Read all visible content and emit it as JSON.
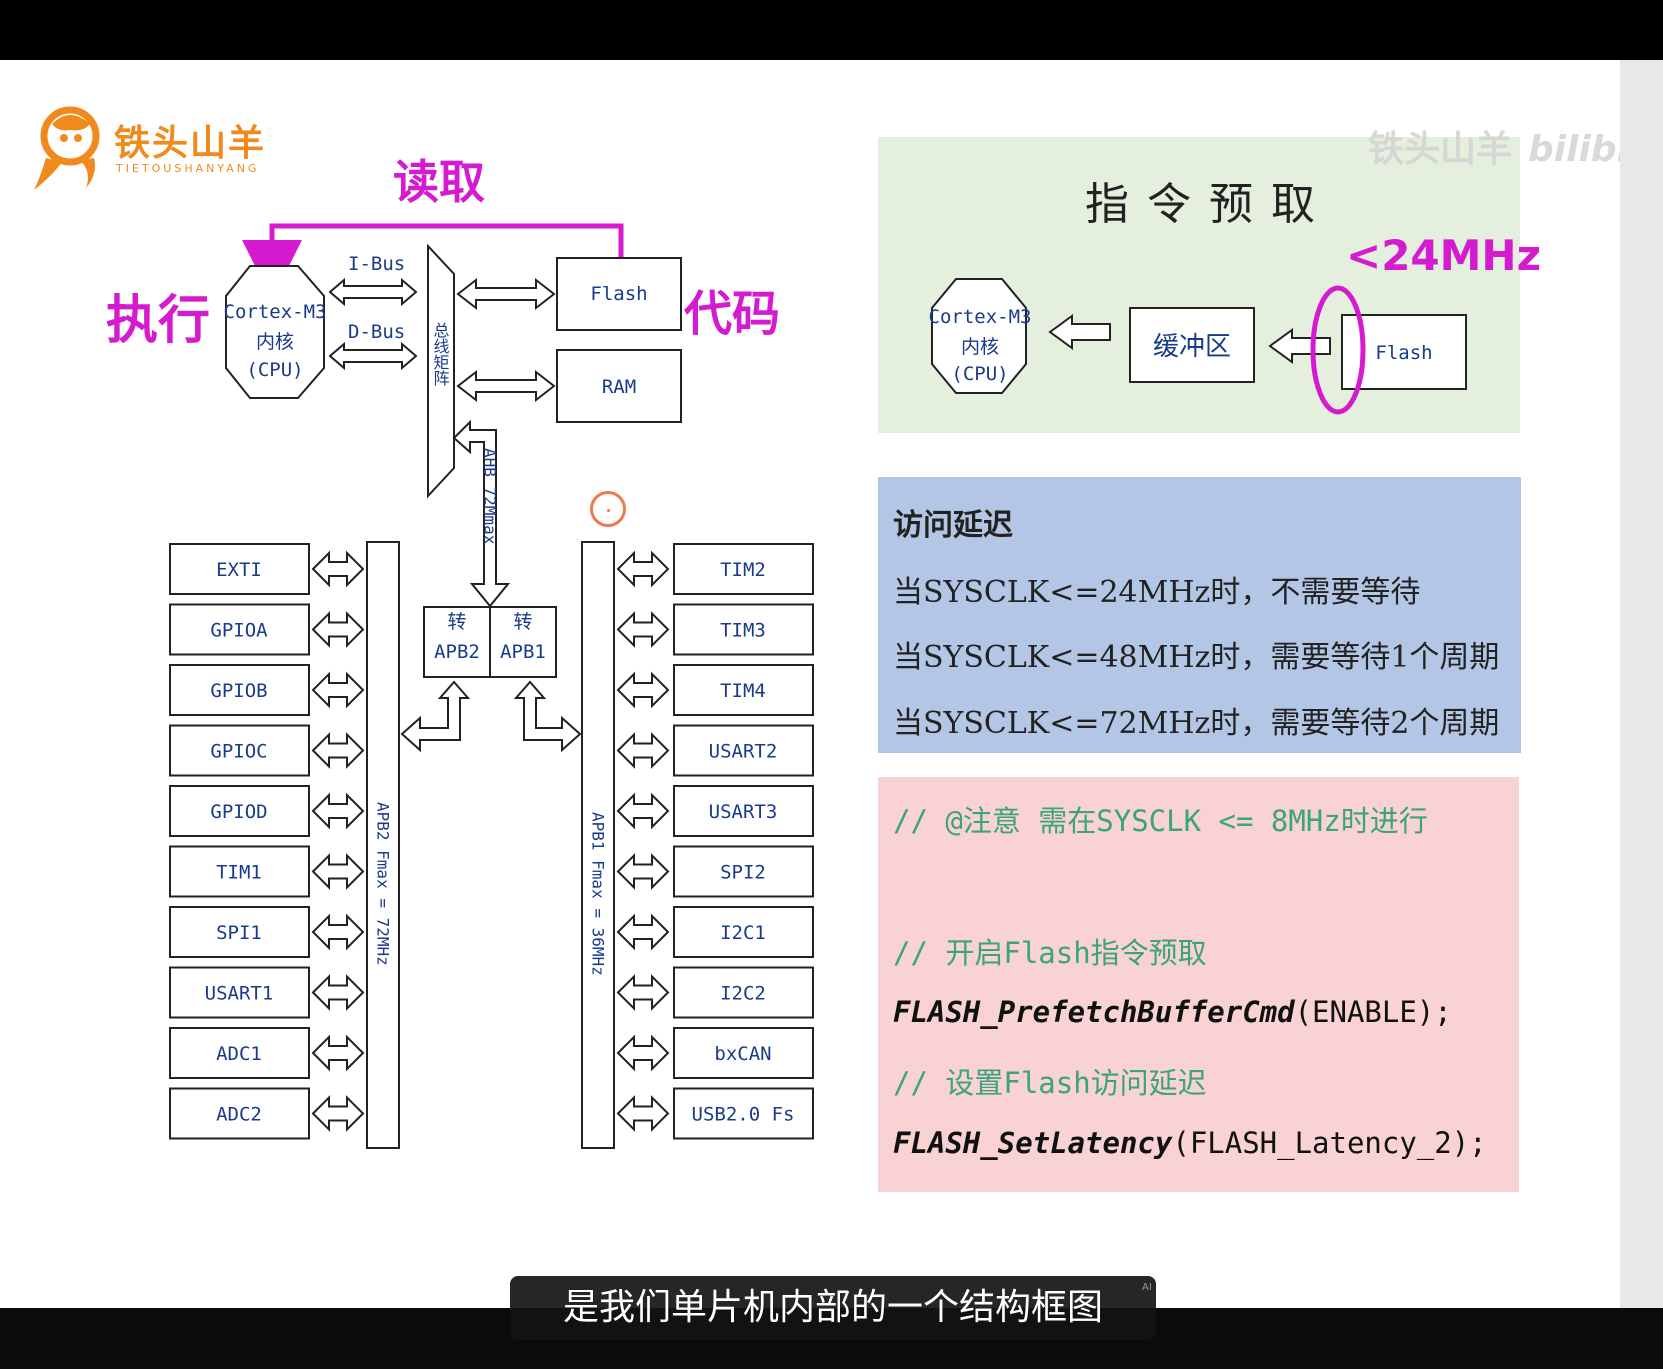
{
  "logo": {
    "text": "铁头山羊",
    "sub": "TIETOUSHANYANG"
  },
  "watermark": {
    "channel": "铁头山羊",
    "site": "bilibili"
  },
  "annotations": {
    "read": "读取",
    "execute": "执行",
    "code": "代码",
    "freq": "<24MHz"
  },
  "left": {
    "cpu": {
      "line1": "Cortex-M3",
      "line2": "内核",
      "line3": "(CPU)"
    },
    "ibus": "I-Bus",
    "dbus": "D-Bus",
    "matrix": "总线矩阵",
    "flash": "Flash",
    "ram": "RAM",
    "ahb": "AHB 72Mmax",
    "apb2_bridge": {
      "top": "转",
      "bottom": "APB2"
    },
    "apb1_bridge": {
      "top": "转",
      "bottom": "APB1"
    },
    "apb2_bus": "APB2 Fmax = 72MHz",
    "apb1_bus": "APB1 Fmax = 36MHz",
    "apb2_peripherals": [
      "EXTI",
      "GPIOA",
      "GPIOB",
      "GPIOC",
      "GPIOD",
      "TIM1",
      "SPI1",
      "USART1",
      "ADC1",
      "ADC2"
    ],
    "apb1_peripherals": [
      "TIM2",
      "TIM3",
      "TIM4",
      "USART2",
      "USART3",
      "SPI2",
      "I2C1",
      "I2C2",
      "bxCAN",
      "USB2.0 Fs"
    ]
  },
  "prefetch": {
    "title": "指令预取",
    "cpu": {
      "line1": "Cortex-M3",
      "line2": "内核",
      "line3": "(CPU)"
    },
    "buffer": "缓冲区",
    "flash": "Flash"
  },
  "latency": {
    "title": "访问延迟",
    "lines": [
      "当SYSCLK<=24MHz时，不需要等待",
      "当SYSCLK<=48MHz时，需要等待1个周期",
      "当SYSCLK<=72MHz时，需要等待2个周期"
    ]
  },
  "code": {
    "comment1": "// @注意 需在SYSCLK <= 8MHz时进行",
    "comment2": "// 开启Flash指令预取",
    "fn1": "FLASH_PrefetchBufferCmd",
    "args1": "(ENABLE);",
    "comment3": "// 设置Flash访问延迟",
    "fn2": "FLASH_SetLatency",
    "args2": "(FLASH_Latency_2);"
  },
  "subtitle": "是我们单片机内部的一个结构框图",
  "ai_tag": "AI",
  "colors": {
    "magenta": "#d51bd0",
    "label_blue": "#1a3a8a",
    "logo_orange": "#f08a1c",
    "comment_green": "#3ba37d"
  }
}
